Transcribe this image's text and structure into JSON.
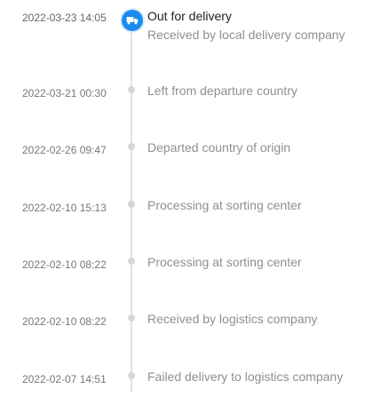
{
  "timeline": {
    "events": [
      {
        "time": "2022-03-23 14:05",
        "status": "Out for delivery",
        "detail": "Received by local delivery company",
        "icon": "delivery-truck-icon",
        "current": true,
        "accent_color": "#1a8cf0"
      },
      {
        "time": "2022-03-21 00:30",
        "status": "Left from departure country"
      },
      {
        "time": "2022-02-26 09:47",
        "status": "Departed country of origin"
      },
      {
        "time": "2022-02-10 15:13",
        "status": "Processing at sorting center"
      },
      {
        "time": "2022-02-10 08:22",
        "status": "Processing at sorting center"
      },
      {
        "time": "2022-02-10 08:22",
        "status": "Received by logistics company"
      },
      {
        "time": "2022-02-07 14:51",
        "status": "Failed delivery to logistics company"
      }
    ]
  }
}
